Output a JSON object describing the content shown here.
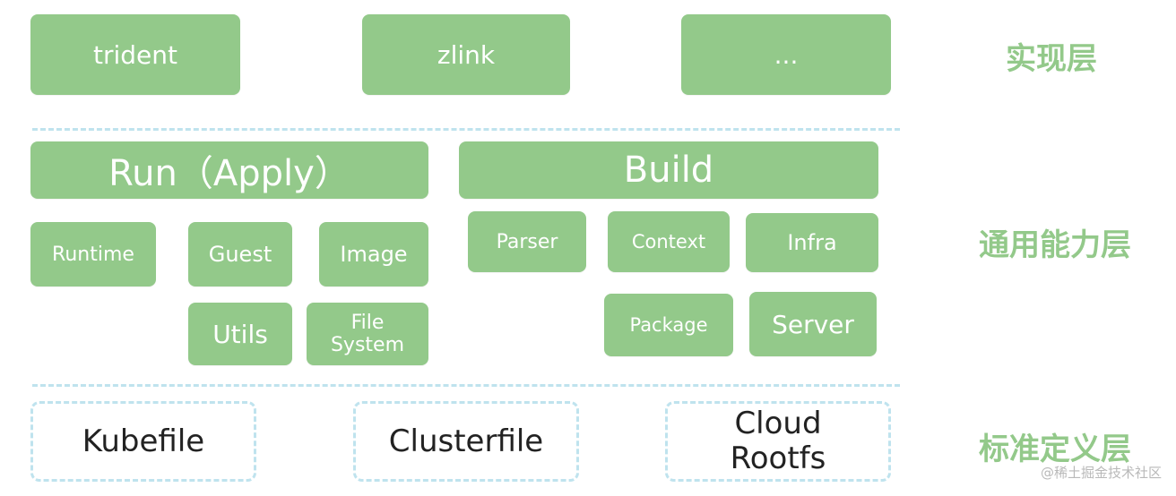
{
  "layers": {
    "implementation": "实现层",
    "common": "通用能力层",
    "standard": "标准定义层"
  },
  "implementation_boxes": {
    "trident": "trident",
    "zlink": "zlink",
    "more": "..."
  },
  "run": {
    "title": "Run（Apply）",
    "items": {
      "runtime": "Runtime",
      "guest": "Guest",
      "image": "Image",
      "utils": "Utils",
      "filesystem_line1": "File",
      "filesystem_line2": "System"
    }
  },
  "build": {
    "title": "Build",
    "items": {
      "parser": "Parser",
      "context": "Context",
      "infra": "Infra",
      "package": "Package",
      "server": "Server"
    }
  },
  "standard_boxes": {
    "kubefile": "Kubefile",
    "clusterfile": "Clusterfile",
    "cloud_line1": "Cloud",
    "cloud_line2": "Rootfs"
  },
  "watermark": "@稀土掘金技术社区",
  "colors": {
    "box_fill": "#93c98a",
    "box_text": "#ffffff",
    "dashed_border": "#bfe3ee",
    "label_text": "#93c98a",
    "dark_text": "#222222"
  }
}
